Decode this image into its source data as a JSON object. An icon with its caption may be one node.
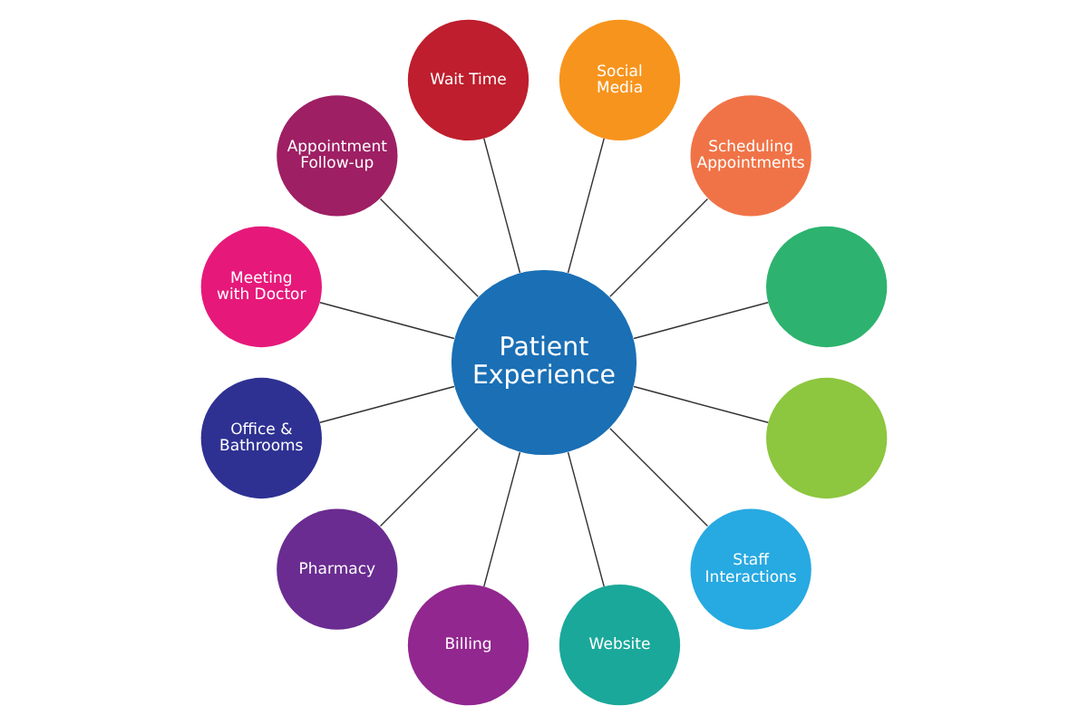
{
  "diagram": {
    "nodes": [
      {
        "text": [
          "Patient Experience"
        ]
      },
      {
        "text": [],
        "shape": "circle"
      },
      {
        "text": [
          "Scheduling Appointments"
        ]
      },
      {
        "text": [
          "Social Media"
        ]
      },
      {
        "text": [
          "Wait Time"
        ]
      },
      {
        "text": [
          "Appointment Follow-up"
        ]
      },
      {
        "text": [
          "Meeting with Doctor"
        ]
      },
      {
        "text": [
          "Office & Bathrooms"
        ]
      },
      {
        "text": [
          "Pharmacy"
        ]
      },
      {
        "text": [
          "Billing"
        ]
      },
      {
        "text": [
          "Website"
        ]
      },
      {
        "text": [
          "Staff Interactions"
        ]
      },
      {
        "text": [],
        "shape": "circle"
      }
    ],
    "edges": [
      {
        "from": 0,
        "to": 1,
        "arrow": "none"
      },
      {
        "from": 0,
        "to": 2,
        "arrow": "none"
      },
      {
        "from": 0,
        "to": 3,
        "arrow": "none"
      },
      {
        "from": 0,
        "to": 4,
        "arrow": "none"
      },
      {
        "from": 0,
        "to": 5,
        "arrow": "none"
      },
      {
        "from": 0,
        "to": 6,
        "arrow": "none"
      },
      {
        "from": 0,
        "to": 7,
        "arrow": "none"
      },
      {
        "from": 0,
        "to": 8,
        "arrow": "none"
      },
      {
        "from": 0,
        "to": 9,
        "arrow": "none"
      },
      {
        "from": 0,
        "to": 10,
        "arrow": "none"
      },
      {
        "from": 0,
        "to": 11,
        "arrow": "none"
      },
      {
        "from": 0,
        "to": 12,
        "arrow": "none"
      }
    ]
  }
}
